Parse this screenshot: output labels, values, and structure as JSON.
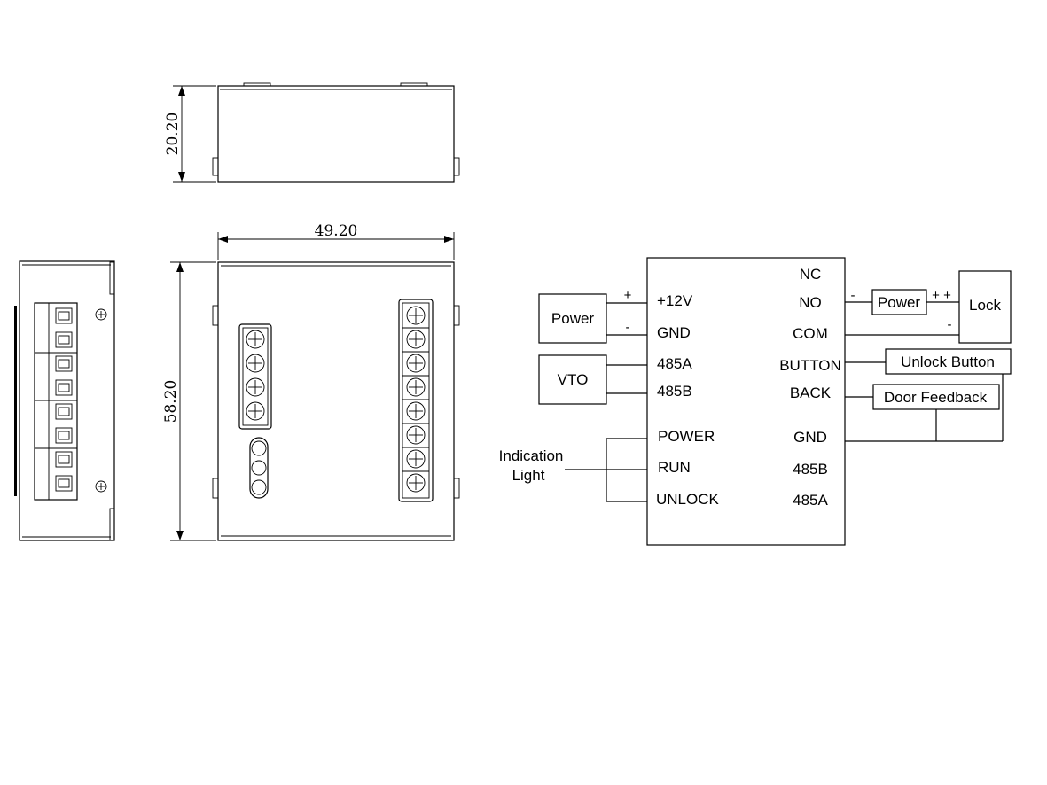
{
  "dimensions": {
    "height_top": "20.20",
    "width": "49.20",
    "height_front": "58.20"
  },
  "module_terminals": {
    "left": [
      "+12V",
      "GND",
      "485A",
      "485B",
      "POWER",
      "RUN",
      "UNLOCK"
    ],
    "right": [
      "NC",
      "NO",
      "COM",
      "BUTTON",
      "BACK",
      "GND",
      "485B",
      "485A"
    ]
  },
  "external": {
    "power_left": "Power",
    "vto": "VTO",
    "indication_line1": "Indication",
    "indication_line2": "Light",
    "power_right": "Power",
    "lock": "Lock",
    "unlock_button": "Unlock Button",
    "door_feedback": "Door Feedback"
  },
  "polarity": {
    "power_plus": "+",
    "power_minus": "-",
    "no_minus": "-",
    "lock_plus": "+ +",
    "lock_minus": "-"
  }
}
